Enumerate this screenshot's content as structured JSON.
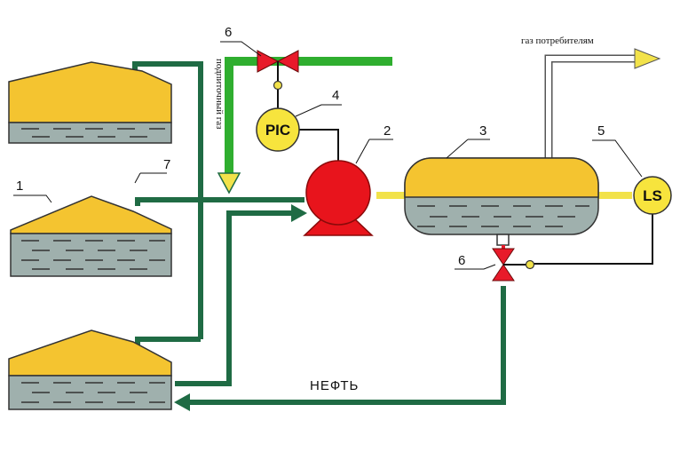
{
  "labels": {
    "tank": "1",
    "pump": "2",
    "separator": "3",
    "pic_controller": "4",
    "level_switch": "5",
    "valve_top": "6",
    "valve_bottom": "6",
    "vent_pipe": "7"
  },
  "instruments": {
    "pic": "PIC",
    "ls": "LS"
  },
  "text": {
    "gas_to_consumers": "газ потребителям",
    "makeup_gas": "подпиточный газ",
    "oil": "НЕФТЬ"
  },
  "colors": {
    "gas_line": "#1f6b44",
    "makeup_gas_line": "#2fae2f",
    "oil_line": "#1f6b44",
    "pump": "#e8141c",
    "valve": "#e81a2a",
    "gas_space": "#f4c430",
    "liquid": "#9fb0ad",
    "yellow_line": "#f2e24a",
    "instrument_fill": "#f7e43d"
  }
}
